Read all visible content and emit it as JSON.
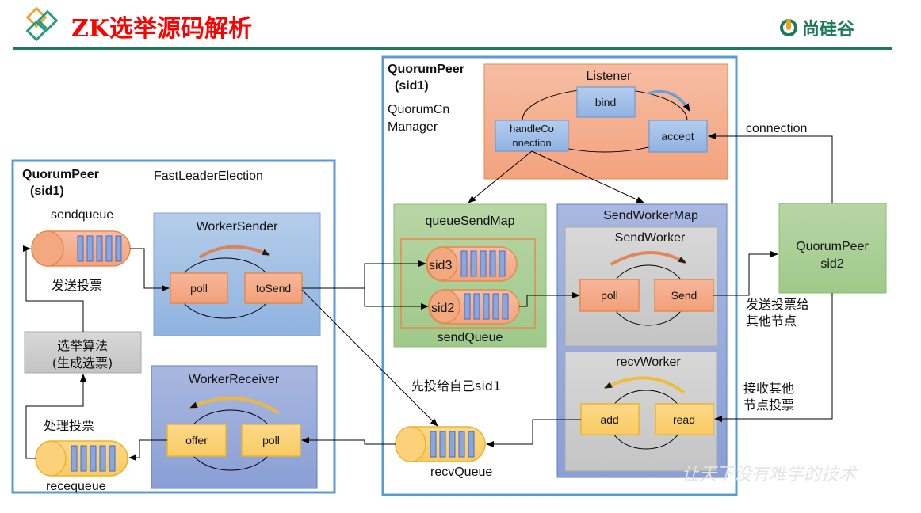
{
  "header": {
    "title": "ZK选举源码解析",
    "logo_icon": "diamond-logo-icon",
    "brand_icon": "u-brand-icon",
    "brand_text": "尚硅谷",
    "accent_color": "#1f7a5c",
    "title_color": "#ff0000"
  },
  "watermark": "让天下没有难学的技术",
  "left_panel": {
    "title_line1": "QuorumPeer",
    "title_line2": "(sid1)",
    "subtitle": "FastLeaderElection",
    "sendqueue_label": "sendqueue",
    "send_vote_label": "发送投票",
    "algo_line1": "选举算法",
    "algo_line2": "(生成选票)",
    "process_vote_label": "处理投票",
    "recequeue_label": "recequeue",
    "worker_sender": {
      "title": "WorkerSender",
      "left_node": "poll",
      "right_node": "toSend"
    },
    "worker_receiver": {
      "title": "WorkerReceiver",
      "left_node": "offer",
      "right_node": "poll"
    }
  },
  "middle_panel": {
    "title_line1": "QuorumPeer",
    "title_line2": "(sid1)",
    "manager_line1": "QuorumCn",
    "manager_line2": "Manager",
    "listener": {
      "title": "Listener",
      "bind": "bind",
      "handle_line1": "handleCo",
      "handle_line2": "nnection",
      "accept": "accept"
    },
    "queue_send_map": {
      "title": "queueSendMap",
      "queues": [
        "sid3",
        "sid2"
      ],
      "footer": "sendQueue"
    },
    "send_worker_map": {
      "title": "SendWorkerMap",
      "send_worker": {
        "title": "SendWorker",
        "left_node": "poll",
        "right_node": "Send"
      },
      "recv_worker": {
        "title": "recvWorker",
        "left_node": "add",
        "right_node": "read"
      }
    },
    "self_vote_label": "先投给自己sid1",
    "recv_queue_label": "recvQueue"
  },
  "right_side": {
    "connection_label": "connection",
    "peer_line1": "QuorumPeer",
    "peer_line2": "sid2",
    "send_others_line1": "发送投票给",
    "send_others_line2": "其他节点",
    "recv_others_line1": "接收其他",
    "recv_others_line2": "节点投票"
  }
}
